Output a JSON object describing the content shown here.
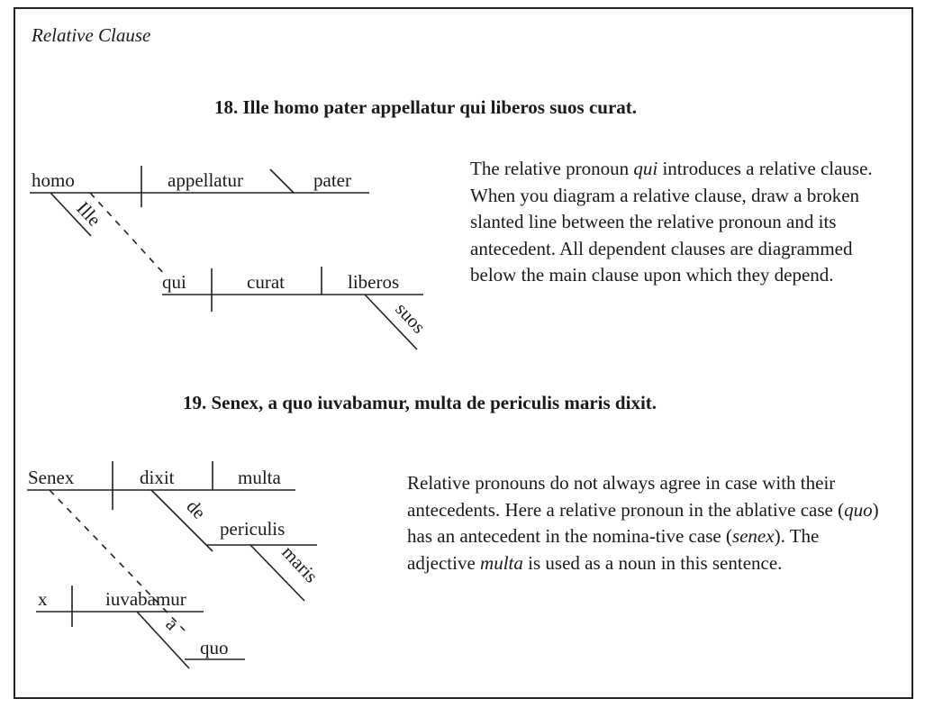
{
  "section_label": "Relative Clause",
  "ex18": {
    "title": "18. Ille homo pater appellatur qui liberos suos curat.",
    "words": {
      "subject": "homo",
      "verb": "appellatur",
      "complement": "pater",
      "modifier": "Ille",
      "rel_pronoun": "qui",
      "rel_verb": "curat",
      "rel_object": "liberos",
      "rel_modifier": "suos"
    },
    "explanation_parts": [
      {
        "text": "The relative pronoun ",
        "italic": false
      },
      {
        "text": "qui",
        "italic": true
      },
      {
        "text": " introduces a relative clause. When you diagram a relative clause, draw a broken slanted line between the relative pronoun and its antecedent. All dependent clauses are diagrammed below the main clause upon which they depend.",
        "italic": false
      }
    ]
  },
  "ex19": {
    "title": "19. Senex, a quo iuvabamur, multa de periculis maris dixit.",
    "words": {
      "subject": "Senex",
      "verb": "dixit",
      "object": "multa",
      "prep": "de",
      "prep_object": "periculis",
      "genitive": "maris",
      "rel_subject": "x",
      "rel_verb": "iuvabamur",
      "rel_prep": "a",
      "rel_pronoun": "quo"
    },
    "explanation_parts": [
      {
        "text": "Relative pronouns do not always agree in case with their antecedents. Here a relative pronoun in the ablative case (",
        "italic": false
      },
      {
        "text": "quo",
        "italic": true
      },
      {
        "text": ") has an antecedent in the nomina-tive case (",
        "italic": false
      },
      {
        "text": "senex",
        "italic": true
      },
      {
        "text": "). The adjective ",
        "italic": false
      },
      {
        "text": "multa",
        "italic": true
      },
      {
        "text": " is used as a noun in this sentence.",
        "italic": false
      }
    ]
  }
}
